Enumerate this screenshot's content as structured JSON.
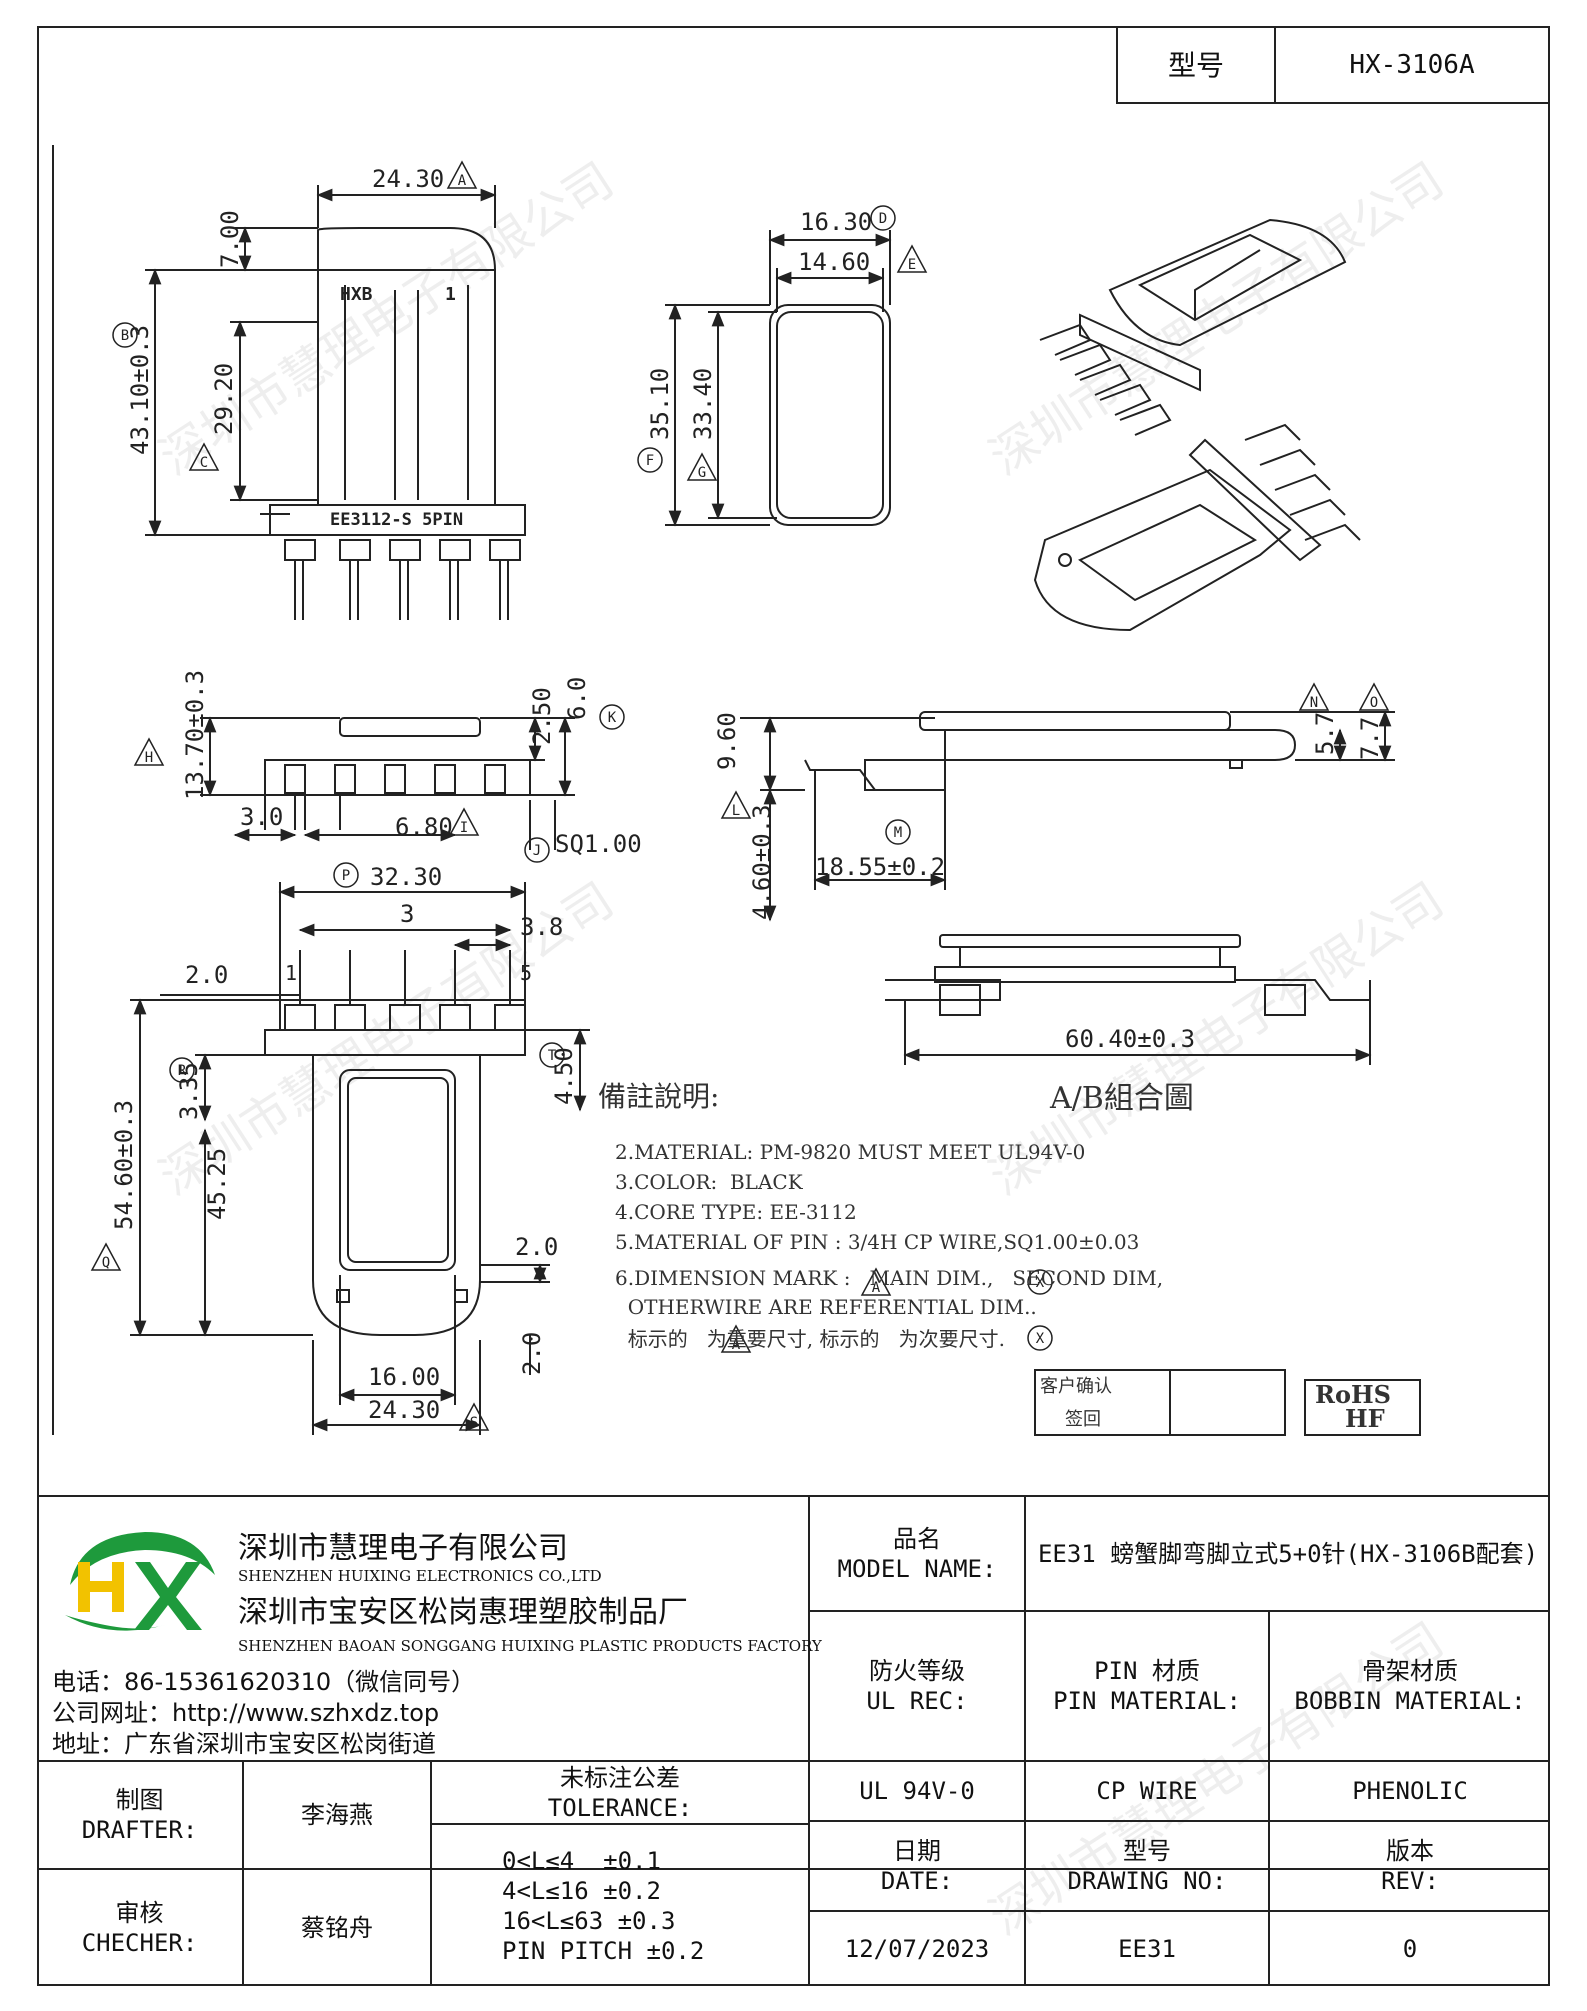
{
  "title_block": {
    "model_label": "型号",
    "model_value": "HX-3106A"
  },
  "company": {
    "name_cn": "深圳市慧理电子有限公司",
    "name_en": "SHENZHEN HUIXING ELECTRONICS CO.,LTD",
    "factory_cn": "深圳市宝安区松岗惠理塑胶制品厂",
    "factory_en": "SHENZHEN BAOAN SONGGANG HUIXING PLASTIC PRODUCTS FACTORY",
    "phone": "电话：86-15361620310（微信同号）",
    "website": "公司网址：http://www.szhxdz.top",
    "address": "地址：广东省深圳市宝安区松岗街道",
    "logo_text": "HX",
    "logo_colors": {
      "green": "#1e9a3c",
      "yellow": "#f2c200"
    }
  },
  "info": {
    "model_name_label_cn": "品名",
    "model_name_label_en": "MODEL NAME:",
    "model_name_value": "EE31 螃蟹脚弯脚立式5+0针(HX-3106B配套)",
    "ul_label_cn": "防火等级",
    "ul_label_en": "UL REC:",
    "ul_value": "UL 94V-0",
    "pin_label_cn": "PIN 材质",
    "pin_label_en": "PIN MATERIAL:",
    "pin_value": "CP WIRE",
    "bobbin_label_cn": "骨架材质",
    "bobbin_label_en": "BOBBIN MATERIAL:",
    "bobbin_value": "PHENOLIC",
    "drafter_label_cn": "制图",
    "drafter_label_en": "DRAFTER:",
    "drafter_value": "李海燕",
    "checker_label_cn": "审核",
    "checker_label_en": "CHECHER:",
    "checker_value": "蔡铭舟",
    "tolerance_label_cn": "未标注公差",
    "tolerance_label_en": "TOLERANCE:",
    "tolerance_lines": [
      "0<L≤4  ±0.1",
      "4<L≤16 ±0.2",
      "16<L≤63 ±0.3",
      "PIN PITCH ±0.2"
    ],
    "date_label_cn": "日期",
    "date_label_en": "DATE:",
    "date_value": "12/07/2023",
    "drawing_label_cn": "型号",
    "drawing_label_en": "DRAWING NO:",
    "drawing_value": "EE31",
    "rev_label_cn": "版本",
    "rev_label_en": "REV:",
    "rev_value": "0"
  },
  "notes": {
    "heading": "備註說明:",
    "lines": [
      "2.MATERIAL: PM-9820 MUST MEET UL94V-0",
      "3.COLOR:  BLACK",
      "4.CORE TYPE: EE-3112",
      "5.MATERIAL OF PIN : 3/4H CP WIRE,SQ1.00±0.03",
      "6.DIMENSION MARK :   MAIN DIM.,   SECOND DIM,",
      "  OTHERWIRE ARE REFERENTIAL DIM..",
      "  标示的   为重要尺寸, 标示的   为次要尺寸."
    ],
    "assembly_label": "A/B組合圖",
    "customer_confirm": "客户确认",
    "sign_back": "签回",
    "rohs": "RoHS",
    "hf": "HF"
  },
  "watermark": "深圳市慧理电子有限公司",
  "dims": {
    "front_w": "24.30",
    "front_h": "43.10±0.3",
    "front_top": "7.00",
    "front_inner": "29.20",
    "hxb": "HXB",
    "one": "1",
    "part_mark": "EE3112-S  5PIN",
    "d_outer": "16.30",
    "d_inner": "14.60",
    "h_outer": "35.10",
    "h_inner": "33.40",
    "side_h": "13.70±0.3",
    "side_250": "2.50",
    "side_60": "6.0",
    "side_30": "3.0",
    "side_680": "6.80",
    "sq": "SQ1.00",
    "bot_w": "32.30",
    "bot_3": "3",
    "bot_38": "3.8",
    "bot_20": "2.0",
    "bot_1": "1",
    "bot_5": "5",
    "bot_h": "54.60±0.3",
    "bot_335": "3.35",
    "bot_4525": "45.25",
    "bot_450": "4.50",
    "bot_20b": "2.0",
    "bot_20c": "2.0",
    "bot_16": "16.00",
    "bot_2430": "24.30",
    "r_960": "9.60",
    "r_460": "4.60±0.3",
    "r_1855": "18.55±0.2",
    "r_57": "5.7",
    "r_77": "7.7",
    "asm_len": "60.40±0.3",
    "tags": {
      "A": "A",
      "B": "B",
      "C": "C",
      "D": "D",
      "E": "E",
      "F": "F",
      "G": "G",
      "H": "H",
      "I": "I",
      "J": "J",
      "K": "K",
      "L": "L",
      "M": "M",
      "N": "N",
      "O": "O",
      "P": "P",
      "Q": "Q",
      "R": "R",
      "S": "S",
      "T": "T",
      "X": "X"
    }
  }
}
